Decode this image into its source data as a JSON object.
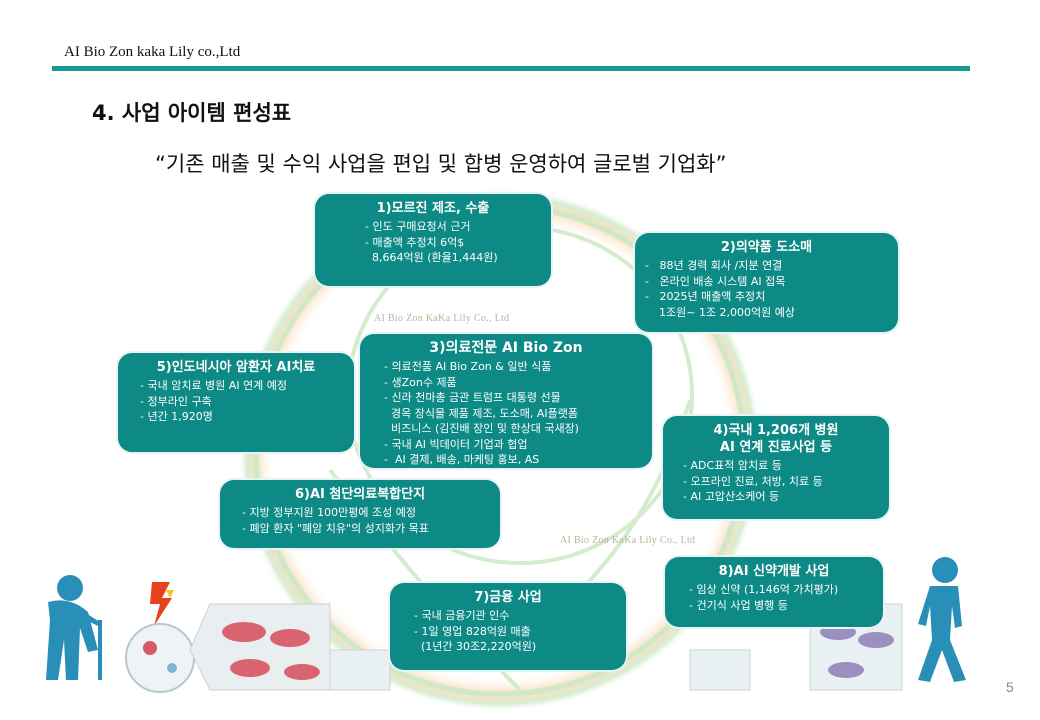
{
  "header": {
    "company": "AI Bio Zon kaka Lily co.,Ltd",
    "title": "4. 사업 아이템 편성표",
    "subtitle": "“기존 매출 및 수익 사업을 편입 및 합병 운영하여 글로벌 기업화”"
  },
  "watermarks": [
    "AI Bio Zon KaKa Lily Co., Ltd",
    "AI Bio Zon KaKa Lily Co., Ltd"
  ],
  "colors": {
    "accent": "#179a96",
    "box": "#0d8a86",
    "figure": "#2a8fb8"
  },
  "items": [
    {
      "title": "1)모르진 제조, 수출",
      "lines": [
        "- 인도 구매요청서 근거",
        "- 매출액 추정치 6억$",
        "  8,664억원 (환율1,444원)"
      ]
    },
    {
      "title": "2)의약품 도소매",
      "lines": [
        "-   88년 경력 회사 /지분 연결",
        "-   온라인 배송 시스템 AI 접목",
        "-   2025년 매출액 추정치",
        "    1조원~ 1조 2,000억원 예상"
      ]
    },
    {
      "title": "3)의료전문 AI Bio Zon",
      "lines": [
        "- 의료전품 AI Bio Zon & 일반 식품",
        "- 생Zon수 제품",
        "- 신라 천마총 금관 트럼프 대통령 선물",
        "  경옥 장식물 제품 제조, 도소매, AI플랫폼",
        "  비즈니스 (김진배 장인 및 한상대 국새장)",
        "- 국내 AI 빅데이터 기업과 협업",
        "-  AI 결제, 배송, 마케팅 홍보, AS"
      ]
    },
    {
      "title": "4)국내 1,206개 병원",
      "title2": "AI 연계 진료사업 등",
      "lines": [
        "- ADC표적 암치료 등",
        "- 오프라인 진료, 처방, 치료 등",
        "- AI 고압산소케어 등"
      ]
    },
    {
      "title": "5)인도네시아 암환자 AI치료",
      "lines": [
        "- 국내 암치료 병원 AI 연계 예정",
        "- 정부라인 구축",
        "- 년간 1,920명"
      ]
    },
    {
      "title": "6)AI 첨단의료복합단지",
      "lines": [
        "- 지방 정부지원 100만평에 조성 예정",
        "- 폐암 환자 \"폐암 치유\"의 성지화가 목표"
      ]
    },
    {
      "title": "7)금융 사업",
      "lines": [
        "- 국내 금융기관 인수",
        "- 1일 영업 828억원 매출",
        "  (1년간 30조2,220억원)"
      ]
    },
    {
      "title": "8)AI 신약개발 사업",
      "lines": [
        "- 임상 신약 (1,146억 가치평가)",
        "- 건기식 사업 병행 등"
      ]
    }
  ],
  "page_number": "5"
}
